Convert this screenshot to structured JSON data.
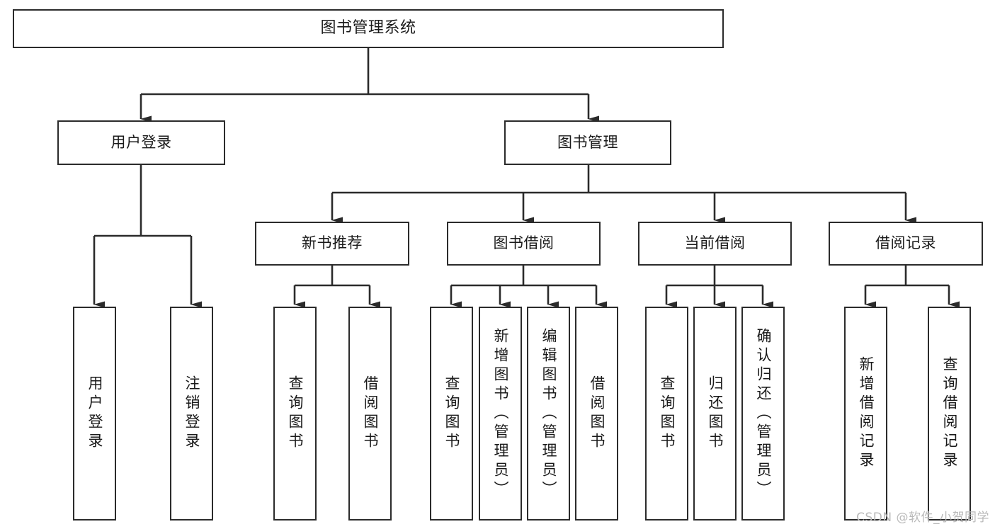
{
  "diagram": {
    "type": "tree",
    "title": "图书管理系统",
    "watermark": "CSDN @软件_小贺同学",
    "colors": {
      "stroke": "#2b2b2b",
      "fill": "#ffffff",
      "text": "#1a1a1a",
      "watermark": "#b9b9b9"
    },
    "nodes": {
      "root": {
        "label": "图书管理系统"
      },
      "level2": [
        {
          "id": "user-login",
          "label": "用户登录"
        },
        {
          "id": "book-manage",
          "label": "图书管理"
        }
      ],
      "level3": [
        {
          "id": "new-book-rec",
          "label": "新书推荐"
        },
        {
          "id": "book-borrow",
          "label": "图书借阅"
        },
        {
          "id": "current-borrow",
          "label": "当前借阅"
        },
        {
          "id": "borrow-record",
          "label": "借阅记录"
        }
      ],
      "leaves": {
        "user_login": [
          {
            "id": "leaf-user-login",
            "label": "用户登录"
          },
          {
            "id": "leaf-user-logout",
            "label": "注销登录"
          }
        ],
        "new_book_rec": [
          {
            "id": "leaf-query-book-1",
            "label": "查询图书"
          },
          {
            "id": "leaf-borrow-book-1",
            "label": "借阅图书"
          }
        ],
        "book_borrow": [
          {
            "id": "leaf-query-book-2",
            "label": "查询图书"
          },
          {
            "id": "leaf-add-book",
            "label": "新增图书（管理员）"
          },
          {
            "id": "leaf-edit-book",
            "label": "编辑图书（管理员）"
          },
          {
            "id": "leaf-borrow-book-2",
            "label": "借阅图书"
          }
        ],
        "current_borrow": [
          {
            "id": "leaf-query-book-3",
            "label": "查询图书"
          },
          {
            "id": "leaf-return-book",
            "label": "归还图书"
          },
          {
            "id": "leaf-confirm-return",
            "label": "确认归还（管理员）"
          }
        ],
        "borrow_record": [
          {
            "id": "leaf-add-record",
            "label": "新增借阅记录"
          },
          {
            "id": "leaf-query-record",
            "label": "查询借阅记录"
          }
        ]
      }
    }
  }
}
